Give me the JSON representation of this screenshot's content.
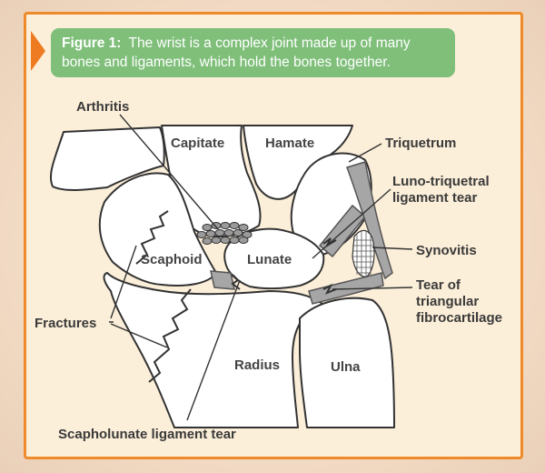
{
  "caption": {
    "figure_label": "Figure 1:",
    "text": "The wrist is a complex joint made up of many bones and ligaments, which hold the bones together."
  },
  "bones": {
    "capitate": "Capitate",
    "hamate": "Hamate",
    "scaphoid": "Scaphoid",
    "lunate": "Lunate",
    "radius": "Radius",
    "ulna": "Ulna"
  },
  "callouts": {
    "arthritis": "Arthritis",
    "triquetrum": "Triquetrum",
    "luno_line1": "Luno-triquetral",
    "luno_line2": "ligament tear",
    "synovitis": "Synovitis",
    "tfcc_line1": "Tear of",
    "tfcc_line2": "triangular",
    "tfcc_line3": "fibrocartilage",
    "fractures": "Fractures",
    "scapholunate": "Scapholunate ligament tear"
  },
  "colors": {
    "frame_border": "#ee8a2a",
    "caption_bg": "#7fbf7a",
    "bone_fill": "#ffffff",
    "ligament_gray": "#9a9a9a",
    "background": "#fcefd9"
  }
}
